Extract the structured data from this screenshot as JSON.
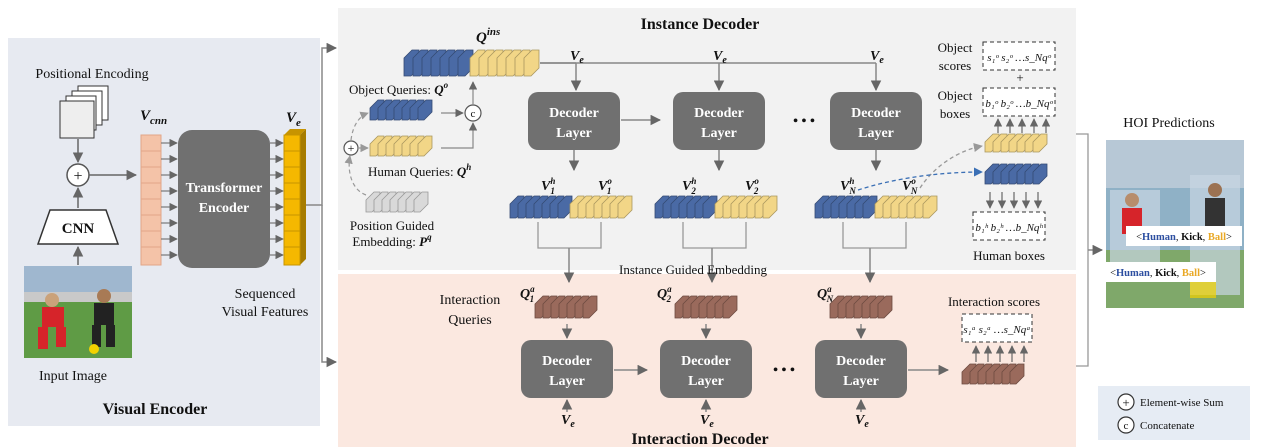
{
  "panels": {
    "visual_encoder": "Visual Encoder",
    "instance_decoder": "Instance Decoder",
    "interaction_decoder": "Interaction Decoder"
  },
  "visual": {
    "positional_encoding": "Positional Encoding",
    "cnn": "CNN",
    "input_image": "Input Image",
    "v_cnn": "V",
    "v_cnn_sub": "cnn",
    "v_e": "V",
    "v_e_sub": "e",
    "transformer_line1": "Transformer",
    "transformer_line2": "Encoder",
    "sequenced_line1": "Sequenced",
    "sequenced_line2": "Visual Features",
    "plus_symbol": "+"
  },
  "instance": {
    "q_ins": "Q",
    "q_ins_sup": "ins",
    "object_queries": "Object Queries: ",
    "human_queries": "Human Queries: ",
    "q_o": "Q",
    "q_o_sup": "o",
    "q_h": "Q",
    "q_h_sup": "h",
    "pos_guided_line1": "Position Guided",
    "pos_guided_line2": "Embedding: ",
    "p_q": "P",
    "p_q_sup": "q",
    "concat_symbol": "c",
    "sum_symbol": "+",
    "ve_label": "V",
    "ve_sub": "e",
    "decoder": "Decoder",
    "layer": "Layer",
    "ellipsis": "• • •",
    "v1h": "V",
    "v1h_sub": "1",
    "v1h_sup": "h",
    "v1o": "V",
    "v1o_sub": "1",
    "v1o_sup": "o",
    "v2h": "V",
    "v2h_sub": "2",
    "v2h_sup": "h",
    "v2o": "V",
    "v2o_sub": "2",
    "v2o_sup": "o",
    "vnh": "V",
    "vnh_sub": "N",
    "vnh_sup": "h",
    "vno": "V",
    "vno_sub": "N",
    "vno_sup": "o",
    "object_scores_line1": "Object",
    "object_scores_line2": "scores",
    "object_boxes_line1": "Object",
    "object_boxes_line2": "boxes",
    "scores_formula": "s₁ᵒ s₂ᵒ …s_Nqᵒ",
    "boxes_formula": "b₁ᵒ b₂ᵒ …b_Nqᵒ",
    "human_formula": "b₁ʰ b₂ʰ …b_Nqʰ",
    "human_boxes": "Human boxes",
    "plus_symbol": "+",
    "instance_guided": "Instance Guided Embedding"
  },
  "interaction": {
    "queries_line1": "Interaction",
    "queries_line2": "Queries",
    "q1a": "Q",
    "q1a_sub": "1",
    "q1a_sup": "a",
    "q2a": "Q",
    "q2a_sub": "2",
    "q2a_sup": "a",
    "qna": "Q",
    "qna_sub": "N",
    "qna_sup": "a",
    "interaction_scores": "Interaction scores",
    "scores_formula": "s₁ᵃ s₂ᵃ …s_Nqᵃ"
  },
  "hoi": {
    "title": "HOI Predictions",
    "pred1_open": "<",
    "pred1_human": "Human",
    "pred1_sep1": ", ",
    "pred1_kick": "Kick",
    "pred1_sep2": ", ",
    "pred1_ball": "Ball",
    "pred1_close": ">",
    "pred2_open": "<",
    "pred2_human": "Human",
    "pred2_sep1": ", ",
    "pred2_kick": "Kick",
    "pred2_sep2": ", ",
    "pred2_ball": "Ball",
    "pred2_close": ">"
  },
  "legend": {
    "sum": "Element-wise Sum",
    "concat": "Concatenate",
    "sum_symbol": "+",
    "concat_symbol": "c"
  },
  "colors": {
    "blue": "#4a6aa5",
    "yellow": "#f2d687",
    "brown": "#9a6a5c",
    "orange_token": "#f4c3a8",
    "gold_token": "#f5b800",
    "gray_box": "#707070",
    "encoder_bg": "#e7eaf1",
    "instance_bg": "#f2f2f2",
    "interaction_bg": "#fbe8e0",
    "legend_bg": "#e6ecf4"
  }
}
